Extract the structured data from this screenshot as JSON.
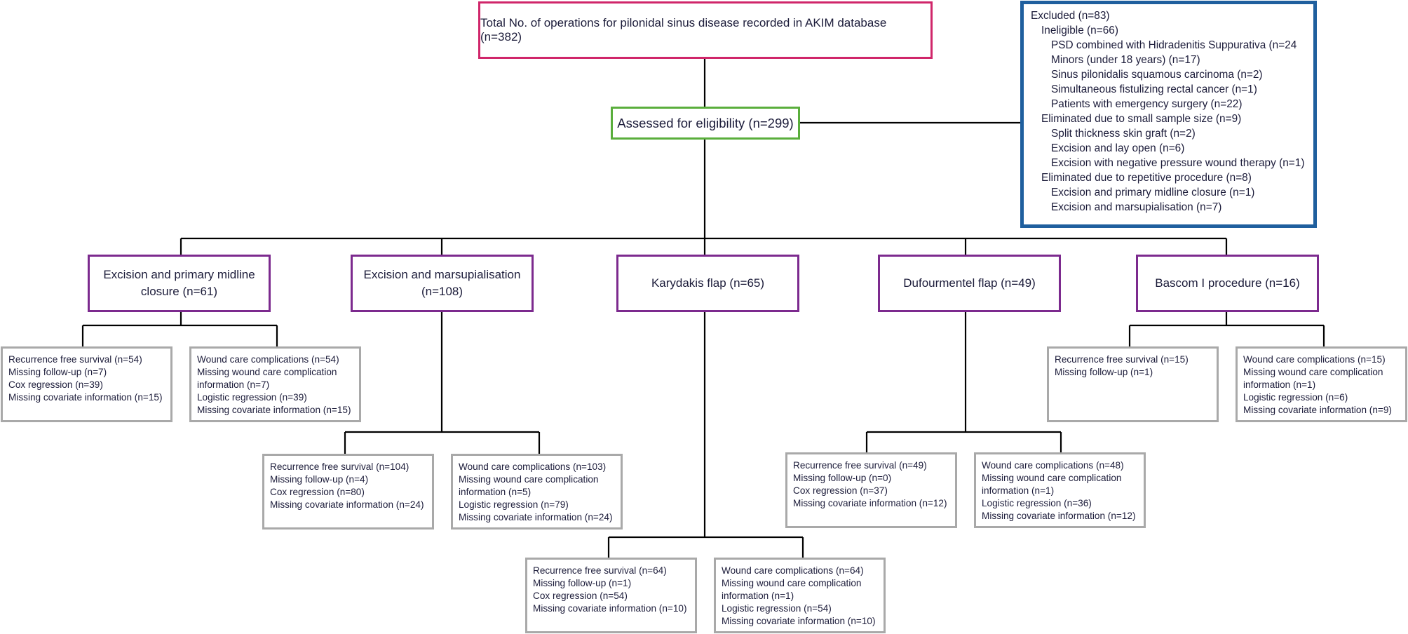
{
  "total_box": "Total No. of operations for pilonidal sinus disease recorded in AKIM database (n=382)",
  "assessed_box": "Assessed for eligibility (n=299)",
  "excluded": {
    "title": "Excluded (n=83)",
    "ineligible": {
      "label": "Ineligible (n=66)",
      "items": [
        "PSD combined with Hidradenitis Suppurativa (n=24",
        "Minors (under 18 years) (n=17)",
        "Sinus pilonidalis squamous carcinoma (n=2)",
        "Simultaneous fistulizing rectal cancer (n=1)",
        "Patients with emergency surgery (n=22)"
      ]
    },
    "small_sample": {
      "label": "Eliminated due to small sample size (n=9)",
      "items": [
        "Split thickness skin graft (n=2)",
        "Excision and lay open (n=6)",
        "Excision with negative pressure wound therapy (n=1)"
      ]
    },
    "repetitive": {
      "label": "Eliminated due to repetitive procedure (n=8)",
      "items": [
        "Excision and primary midline closure (n=1)",
        "Excision and marsupialisation (n=7)"
      ]
    }
  },
  "procedures": [
    {
      "label": "Excision and primary midline closure (n=61)",
      "recurrence": [
        "Recurrence free survival (n=54)",
        "Missing follow-up (n=7)",
        "Cox regression (n=39)",
        "Missing covariate information (n=15)"
      ],
      "wound": [
        "Wound care complications (n=54)",
        "Missing wound care complication",
        "information (n=7)",
        "Logistic regression (n=39)",
        "Missing covariate information (n=15)"
      ]
    },
    {
      "label": "Excision and marsupialisation (n=108)",
      "recurrence": [
        "Recurrence free survival (n=104)",
        "Missing follow-up (n=4)",
        "Cox regression (n=80)",
        "Missing covariate information (n=24)"
      ],
      "wound": [
        "Wound care complications (n=103)",
        "Missing wound care complication",
        "information (n=5)",
        "Logistic regression (n=79)",
        "Missing covariate information (n=24)"
      ]
    },
    {
      "label": "Karydakis flap (n=65)",
      "recurrence": [
        "Recurrence free survival (n=64)",
        "Missing follow-up (n=1)",
        "Cox regression (n=54)",
        "Missing covariate information (n=10)"
      ],
      "wound": [
        "Wound care complications (n=64)",
        "Missing wound care complication",
        "information (n=1)",
        "Logistic regression (n=54)",
        "Missing covariate information (n=10)"
      ]
    },
    {
      "label": "Dufourmentel flap (n=49)",
      "recurrence": [
        "Recurrence free survival (n=49)",
        "Missing follow-up (n=0)",
        "Cox regression (n=37)",
        "Missing covariate information (n=12)"
      ],
      "wound": [
        "Wound care complications (n=48)",
        "Missing wound care complication",
        "information (n=1)",
        "Logistic regression (n=36)",
        "Missing covariate information (n=12)"
      ]
    },
    {
      "label": "Bascom I procedure (n=16)",
      "recurrence": [
        "Recurrence free survival (n=15)",
        "Missing follow-up (n=1)"
      ],
      "wound": [
        "Wound care complications (n=15)",
        "Missing wound care complication",
        "information (n=1)",
        "Logistic regression (n=6)",
        "Missing covariate information (n=9)"
      ]
    }
  ]
}
